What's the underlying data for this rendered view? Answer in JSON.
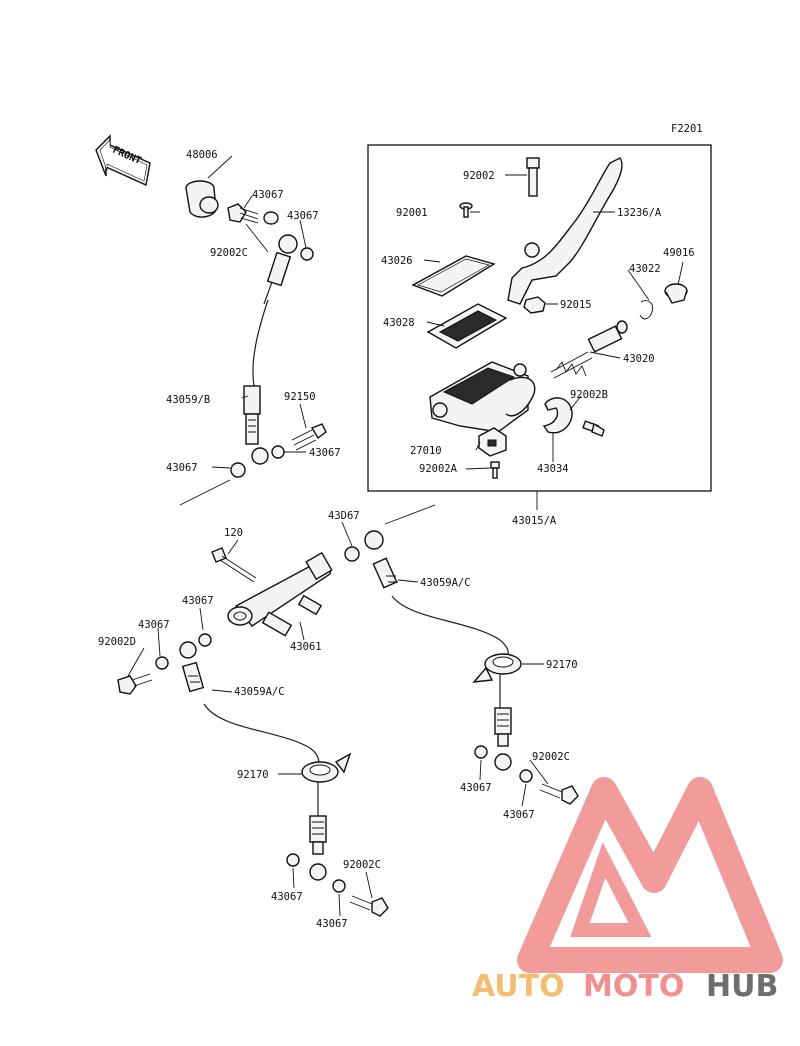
{
  "figure_code": "F2201",
  "front_label": "FRONT",
  "labels": {
    "p48006": "48006",
    "p43067_a": "43067",
    "p43067_b": "43067",
    "p92002c_top": "92002C",
    "p43059b": "43059/B",
    "p92150": "92150",
    "p43067_c": "43067",
    "p43067_d": "43067",
    "p92002": "92002",
    "p92001": "92001",
    "p13236a": "13236/A",
    "p43026": "43026",
    "p43022": "43022",
    "p49016": "49016",
    "p92015": "92015",
    "p43028": "43028",
    "p43020": "43020",
    "p92002b": "92002B",
    "p27010": "27010",
    "p92002a": "92002A",
    "p43034": "43034",
    "p43015a": "43015/A",
    "p120": "120",
    "p43067_e": "43D67",
    "p43059ac_r": "43059A/C",
    "p43067_f": "43067",
    "p43067_g": "43067",
    "p92002d": "92002D",
    "p43061": "43061",
    "p43059ac_l": "43059A/C",
    "p92170_r": "92170",
    "p43067_h": "43067",
    "p92002c_r": "92002C",
    "p43067_i": "43067",
    "p92170_l": "92170",
    "p43067_j": "43067",
    "p92002c_l": "92002C",
    "p43067_k": "43067"
  },
  "watermark": {
    "part1": "AUTO",
    "part2": "MOTO",
    "part3": "HUB",
    "colors": {
      "auto": "#f3b35a",
      "moto": "#ee7d7d",
      "hub": "#555555",
      "logo": "#ef8a8a"
    }
  }
}
